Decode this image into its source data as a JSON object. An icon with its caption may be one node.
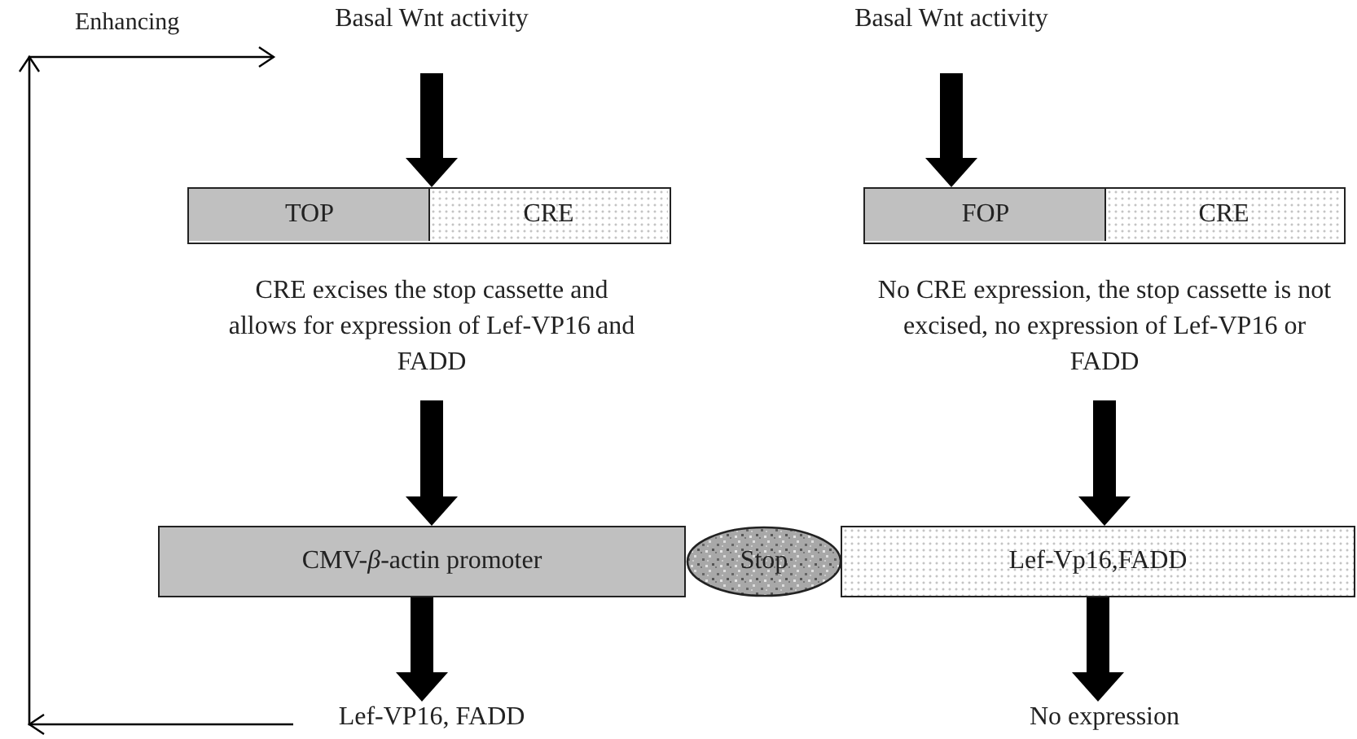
{
  "diagram": {
    "nodes": [
      {
        "text": [
          "Basal Wnt activity"
        ]
      },
      {
        "text": [],
        "shape": "bar"
      },
      {
        "text": [
          "TOP"
        ],
        "in": 1
      },
      {
        "text": [
          "CRE"
        ],
        "in": 1
      },
      {
        "text": [
          "CRE excises the stop cassette and allows for expression of Lef-VP16 and FADD"
        ]
      },
      {
        "text": [
          "Basal Wnt activity"
        ]
      },
      {
        "text": [],
        "shape": "bar"
      },
      {
        "text": [
          "FOP"
        ],
        "in": 6
      },
      {
        "text": [
          "CRE"
        ],
        "in": 6
      },
      {
        "text": [
          "No CRE expression, the stop cassette is not excised, no expression of Lef-VP16 or FADD"
        ]
      },
      {
        "text": [
          "CMV-*β*-actin promoter"
        ]
      },
      {
        "text": [
          "Stop"
        ]
      },
      {
        "text": [
          "Lef-Vp16,FADD"
        ]
      },
      {
        "text": [
          "Lef-VP16, FADD"
        ]
      },
      {
        "text": [
          "No expression"
        ]
      }
    ],
    "edges": [
      {
        "from": 0,
        "to": 1,
        "arrow": "to"
      },
      {
        "from": 4,
        "to": 10,
        "arrow": "to"
      },
      {
        "from": 10,
        "to": 13,
        "arrow": "to"
      },
      {
        "from": 5,
        "to": 6,
        "arrow": "to"
      },
      {
        "from": 9,
        "to": 12,
        "arrow": "to"
      },
      {
        "from": 12,
        "to": 14,
        "arrow": "to"
      },
      {
        "from": 13,
        "to": 0,
        "arrow": "to",
        "label": "Enhancing"
      }
    ]
  }
}
